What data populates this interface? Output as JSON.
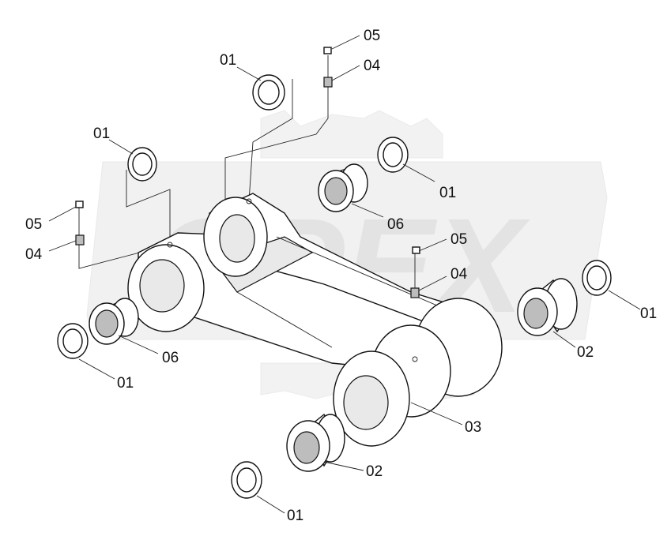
{
  "diagram": {
    "watermark_text": "OPEX",
    "labels": {
      "top_05": "05",
      "top_04": "04",
      "top_01": "01",
      "upper_left_01": "01",
      "upper_right_01": "01",
      "upper_06": "06",
      "left_05": "05",
      "left_04": "04",
      "right_05": "05",
      "right_04": "04",
      "far_right_01": "01",
      "right_02": "02",
      "lower_left_06": "06",
      "lower_left_01": "01",
      "body_03": "03",
      "bottom_02": "02",
      "bottom_01": "01"
    }
  }
}
